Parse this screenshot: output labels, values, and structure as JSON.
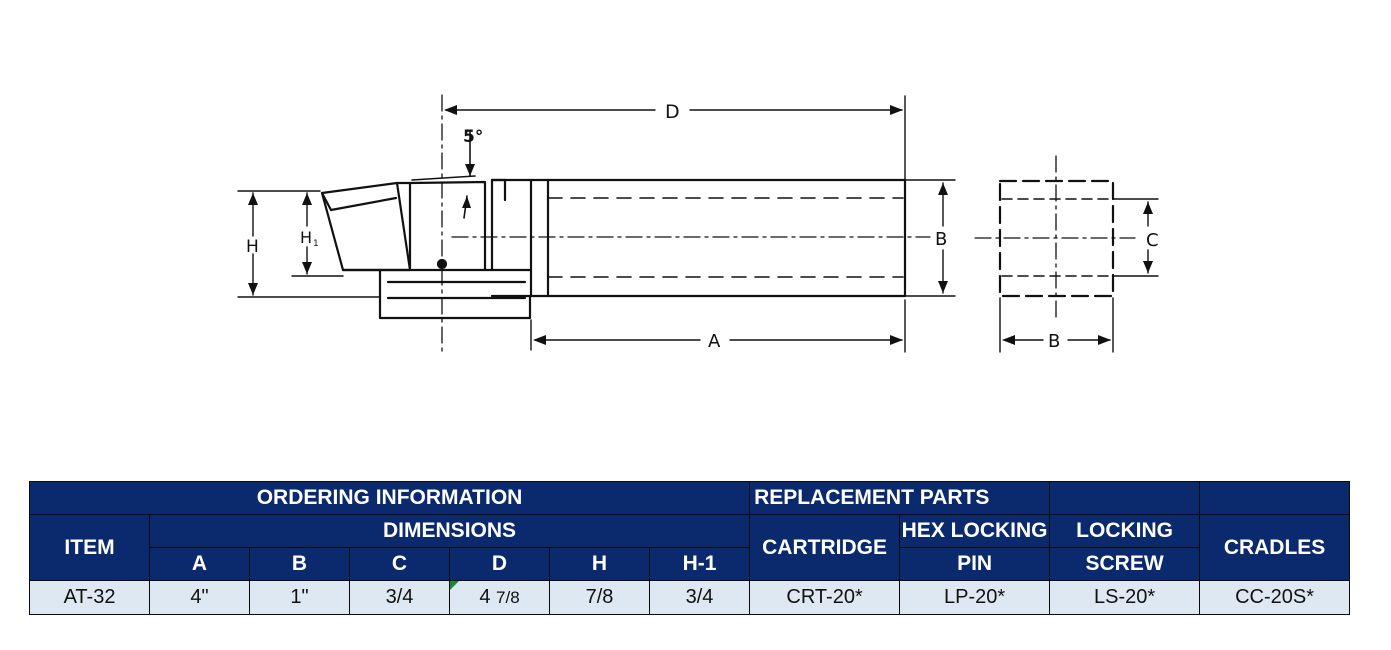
{
  "drawing": {
    "labels": {
      "d": "D",
      "angle": "5°",
      "h": "H",
      "h1": "H",
      "h1_sub": "1",
      "b_side": "B",
      "c": "C",
      "a": "A",
      "b_end": "B"
    }
  },
  "table": {
    "ordering_information": "ORDERING INFORMATION",
    "replacement_parts": "REPLACEMENT PARTS",
    "item": "ITEM",
    "dimensions": "DIMENSIONS",
    "cartridge": "CARTRIDGE",
    "hex_locking_line1": "HEX LOCKING",
    "hex_locking_line2": "PIN",
    "locking_line1": "LOCKING",
    "locking_line2": "SCREW",
    "cradles": "CRADLES",
    "col_a": "A",
    "col_b": "B",
    "col_c": "C",
    "col_d": "D",
    "col_h": "H",
    "col_h1": "H-1",
    "row": {
      "item": "AT-32",
      "a": "4\"",
      "b": "1\"",
      "c": "3/4",
      "d_whole": "4",
      "d_frac": "7/8",
      "h": "7/8",
      "h1": "3/4",
      "cartridge": "CRT-20*",
      "hex_pin": "LP-20*",
      "locking_screw": "LS-20*",
      "cradles": "CC-20S*"
    }
  },
  "colors": {
    "header_bg": "#0b2a6e",
    "data_bg": "#dde8f3",
    "marker": "#1a8a3a"
  }
}
